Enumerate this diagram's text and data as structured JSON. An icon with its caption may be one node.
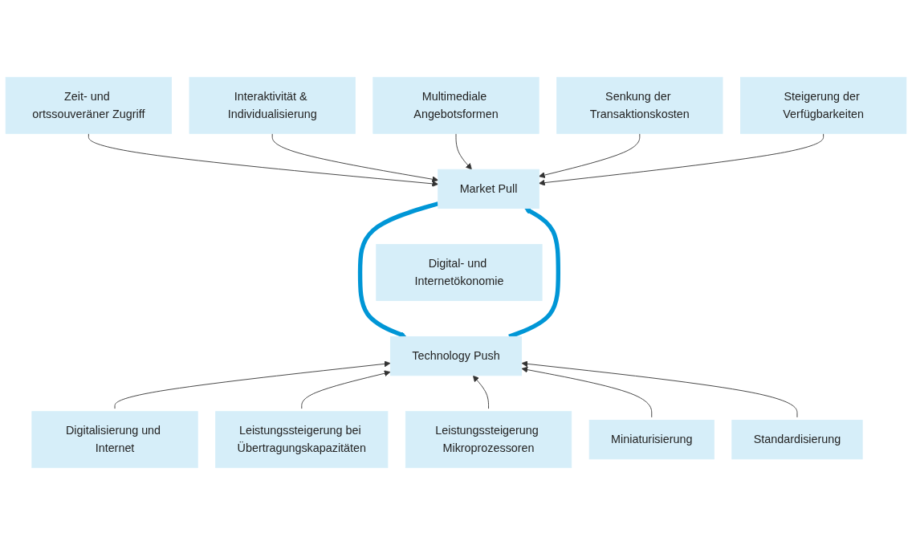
{
  "diagram": {
    "nodes": [
      {
        "text": [
          "Zeit- und ortssouveräner Zugriff"
        ]
      },
      {
        "text": [
          "Interaktivität & Individualisierung"
        ]
      },
      {
        "text": [
          "Multimediale Angebotsformen"
        ]
      },
      {
        "text": [
          "Senkung der Transaktionskosten"
        ]
      },
      {
        "text": [
          "Steigerung der Verfügbarkeiten"
        ]
      },
      {
        "text": [
          "Market Pull"
        ]
      },
      {
        "text": [
          "Digital- und Internetökonomie"
        ]
      },
      {
        "text": [
          "Technology Push"
        ]
      },
      {
        "text": [
          "Digitalisierung und Internet"
        ]
      },
      {
        "text": [
          "Leistungssteigerung bei Übertragungskapazitäten"
        ]
      },
      {
        "text": [
          "Leistungssteigerung Mikroprozessoren"
        ]
      },
      {
        "text": [
          "Miniaturisierung"
        ]
      },
      {
        "text": [
          "Standardisierung"
        ]
      }
    ],
    "edges": [
      {
        "from": 0,
        "to": 5,
        "arrow": "to"
      },
      {
        "from": 1,
        "to": 5,
        "arrow": "to"
      },
      {
        "from": 2,
        "to": 5,
        "arrow": "to"
      },
      {
        "from": 3,
        "to": 5,
        "arrow": "to"
      },
      {
        "from": 4,
        "to": 5,
        "arrow": "to"
      },
      {
        "from": 8,
        "to": 7,
        "arrow": "to"
      },
      {
        "from": 9,
        "to": 7,
        "arrow": "to"
      },
      {
        "from": 10,
        "to": 7,
        "arrow": "to"
      },
      {
        "from": 11,
        "to": 7,
        "arrow": "to"
      },
      {
        "from": 12,
        "to": 7,
        "arrow": "to"
      },
      {
        "from": 5,
        "to": 7,
        "arrow": "to",
        "style": "thick",
        "color": "#0096d6"
      },
      {
        "from": 7,
        "to": 5,
        "arrow": "to",
        "style": "thick",
        "color": "#0096d6"
      }
    ]
  }
}
